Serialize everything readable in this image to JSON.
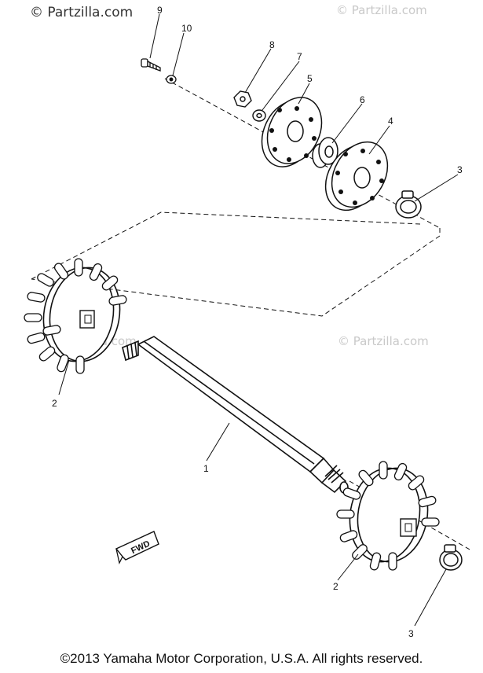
{
  "watermarks": {
    "main": "© Partzilla.com",
    "faint": [
      "© Partzilla.com",
      "© Partzilla.com",
      "© Partzilla.com"
    ]
  },
  "callouts": [
    "9",
    "10",
    "8",
    "7",
    "5",
    "6",
    "4",
    "3",
    "2",
    "1",
    "2",
    "3"
  ],
  "fwd_label": "FWD",
  "footer": "©2013  Yamaha Motor Corporation, U.S.A. All rights reserved.",
  "colors": {
    "ink": "#111111",
    "watermark": "#c9c9c9"
  }
}
